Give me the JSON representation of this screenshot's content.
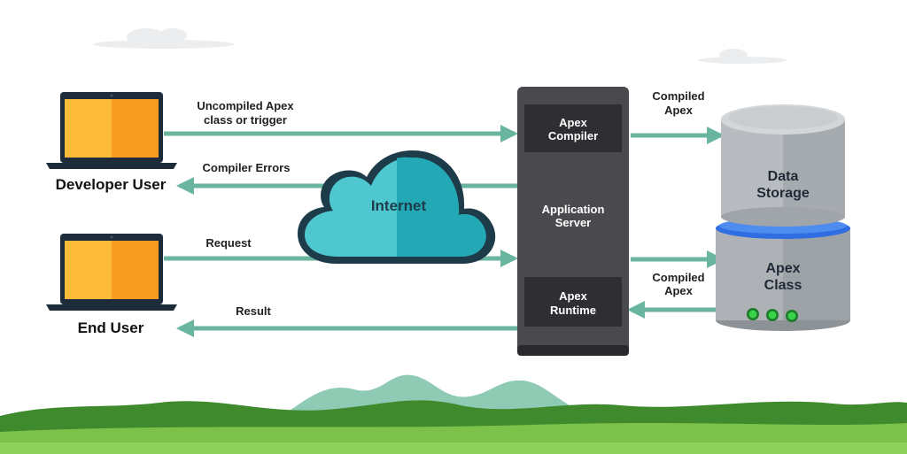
{
  "colors": {
    "arrow": "#6ab5a0",
    "laptop_screen_left": "#fcbc3a",
    "laptop_screen_right": "#f79c1e",
    "laptop_frame": "#1d2b3a",
    "cloud_light": "#4fc7cf",
    "cloud_dark": "#22a9b5",
    "server": "#4a4a4e",
    "server_dark": "#2f2f33",
    "db_body": "#aeb2b6",
    "db_top": "#c9cdd0",
    "db_ring": "#2f6de0",
    "led": "#39d24a",
    "grass": "#4e9b33",
    "hills": "#4fa68b"
  },
  "actors": {
    "developer": "Developer User",
    "end_user": "End User"
  },
  "cloud": {
    "label": "Internet"
  },
  "server": {
    "compiler_line1": "Apex",
    "compiler_line2": "Compiler",
    "app_line1": "Application",
    "app_line2": "Server",
    "runtime_line1": "Apex",
    "runtime_line2": "Runtime"
  },
  "database": {
    "storage_line1": "Data",
    "storage_line2": "Storage",
    "class_line1": "Apex",
    "class_line2": "Class"
  },
  "flows": {
    "uncompiled_line1": "Uncompiled Apex",
    "uncompiled_line2": "class or trigger",
    "compiler_errors": "Compiler Errors",
    "request": "Request",
    "result": "Result",
    "compiled_top_line1": "Compiled",
    "compiled_top_line2": "Apex",
    "compiled_bottom_line1": "Compiled",
    "compiled_bottom_line2": "Apex"
  }
}
